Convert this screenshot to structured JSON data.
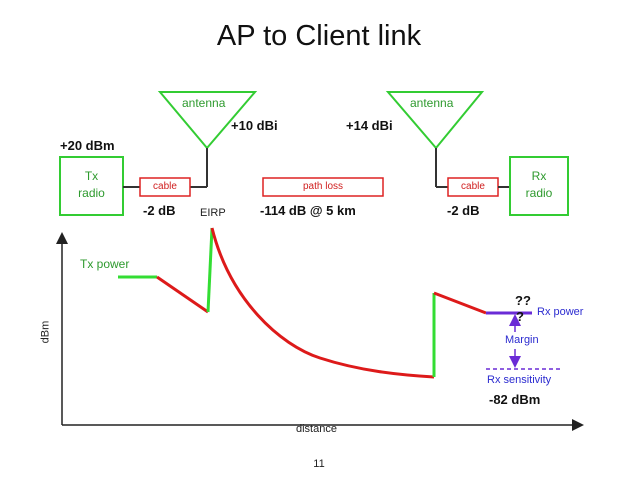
{
  "title": "AP to Client link",
  "page_number": "11",
  "colors": {
    "green": "#33dd33",
    "red": "#dd1a1a",
    "purple": "#6a2bd6",
    "axis": "#222222"
  },
  "diagram": {
    "antenna_label": "antenna",
    "tx_radio": {
      "line1": "Tx",
      "line2": "radio"
    },
    "rx_radio": {
      "line1": "Rx",
      "line2": "radio"
    },
    "cable_label": "cable",
    "path_loss_label": "path loss",
    "eirp_label": "EIRP"
  },
  "values": {
    "tx_power": "+20 dBm",
    "tx_antenna_gain": "+10 dBi",
    "rx_antenna_gain": "+14 dBi",
    "tx_cable_loss": "-2 dB",
    "path_loss": "-114 dB @ 5 km",
    "rx_cable_loss": "-2 dB",
    "unknown_line1": "??",
    "unknown_line2": "?",
    "rx_sensitivity_value": "-82 dBm"
  },
  "graph": {
    "y_axis_label": "dBm",
    "x_axis_label": "distance",
    "tx_power_label": "Tx power",
    "rx_power_label": "Rx power",
    "margin_label": "Margin",
    "rx_sensitivity_label": "Rx sensitivity"
  }
}
